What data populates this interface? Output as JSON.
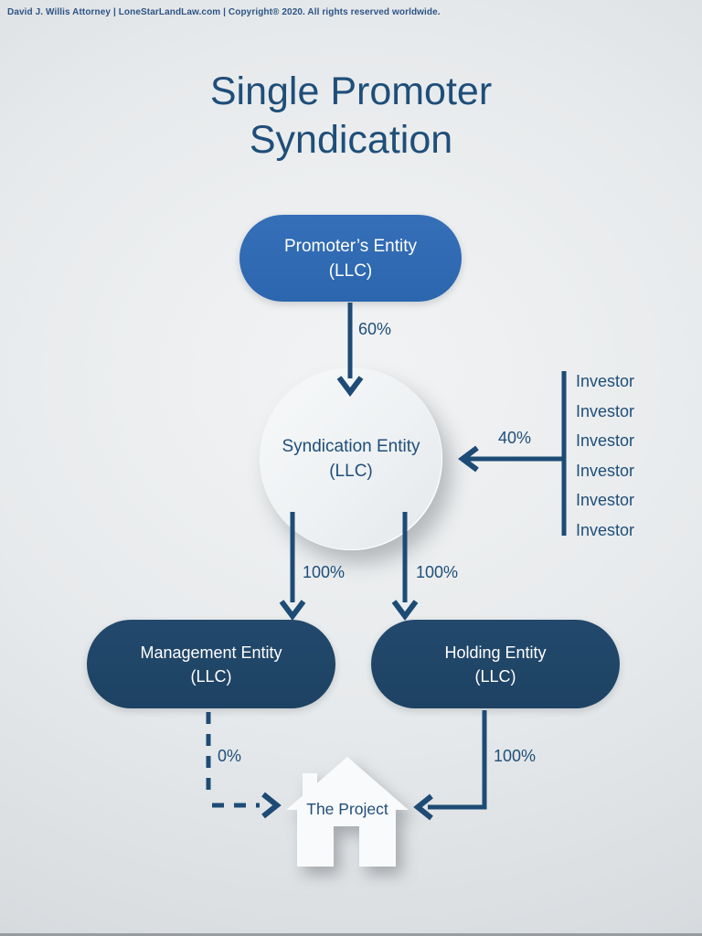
{
  "header": {
    "credit": "David J. Willis Attorney  |  LoneStarLandLaw.com  |  Copyright® 2020. All rights reserved worldwide."
  },
  "title": {
    "line1": "Single Promoter",
    "line2": "Syndication"
  },
  "nodes": {
    "promoter": {
      "line1": "Promoter’s Entity",
      "line2": "(LLC)"
    },
    "syndication": {
      "line1": "Syndication Entity",
      "line2": "(LLC)"
    },
    "management": {
      "line1": "Management Entity",
      "line2": "(LLC)"
    },
    "holding": {
      "line1": "Holding Entity",
      "line2": "(LLC)"
    },
    "project": {
      "label": "The Project"
    }
  },
  "edges": {
    "promoter_to_syndication": "60%",
    "investors_to_syndication": "40%",
    "syndication_to_management": "100%",
    "syndication_to_holding": "100%",
    "management_to_project": "0%",
    "holding_to_project": "100%"
  },
  "investors": [
    "Investor",
    "Investor",
    "Investor",
    "Investor",
    "Investor",
    "Investor"
  ],
  "colors": {
    "navy_text": "#1f4e79",
    "arrow": "#1d4b75",
    "promoter_pill": "#2e6ab3",
    "dark_pill": "#1f4566",
    "circle_fill": "#eef1f3",
    "house_fill": "#f9fafb",
    "background": "#e7eaec"
  }
}
